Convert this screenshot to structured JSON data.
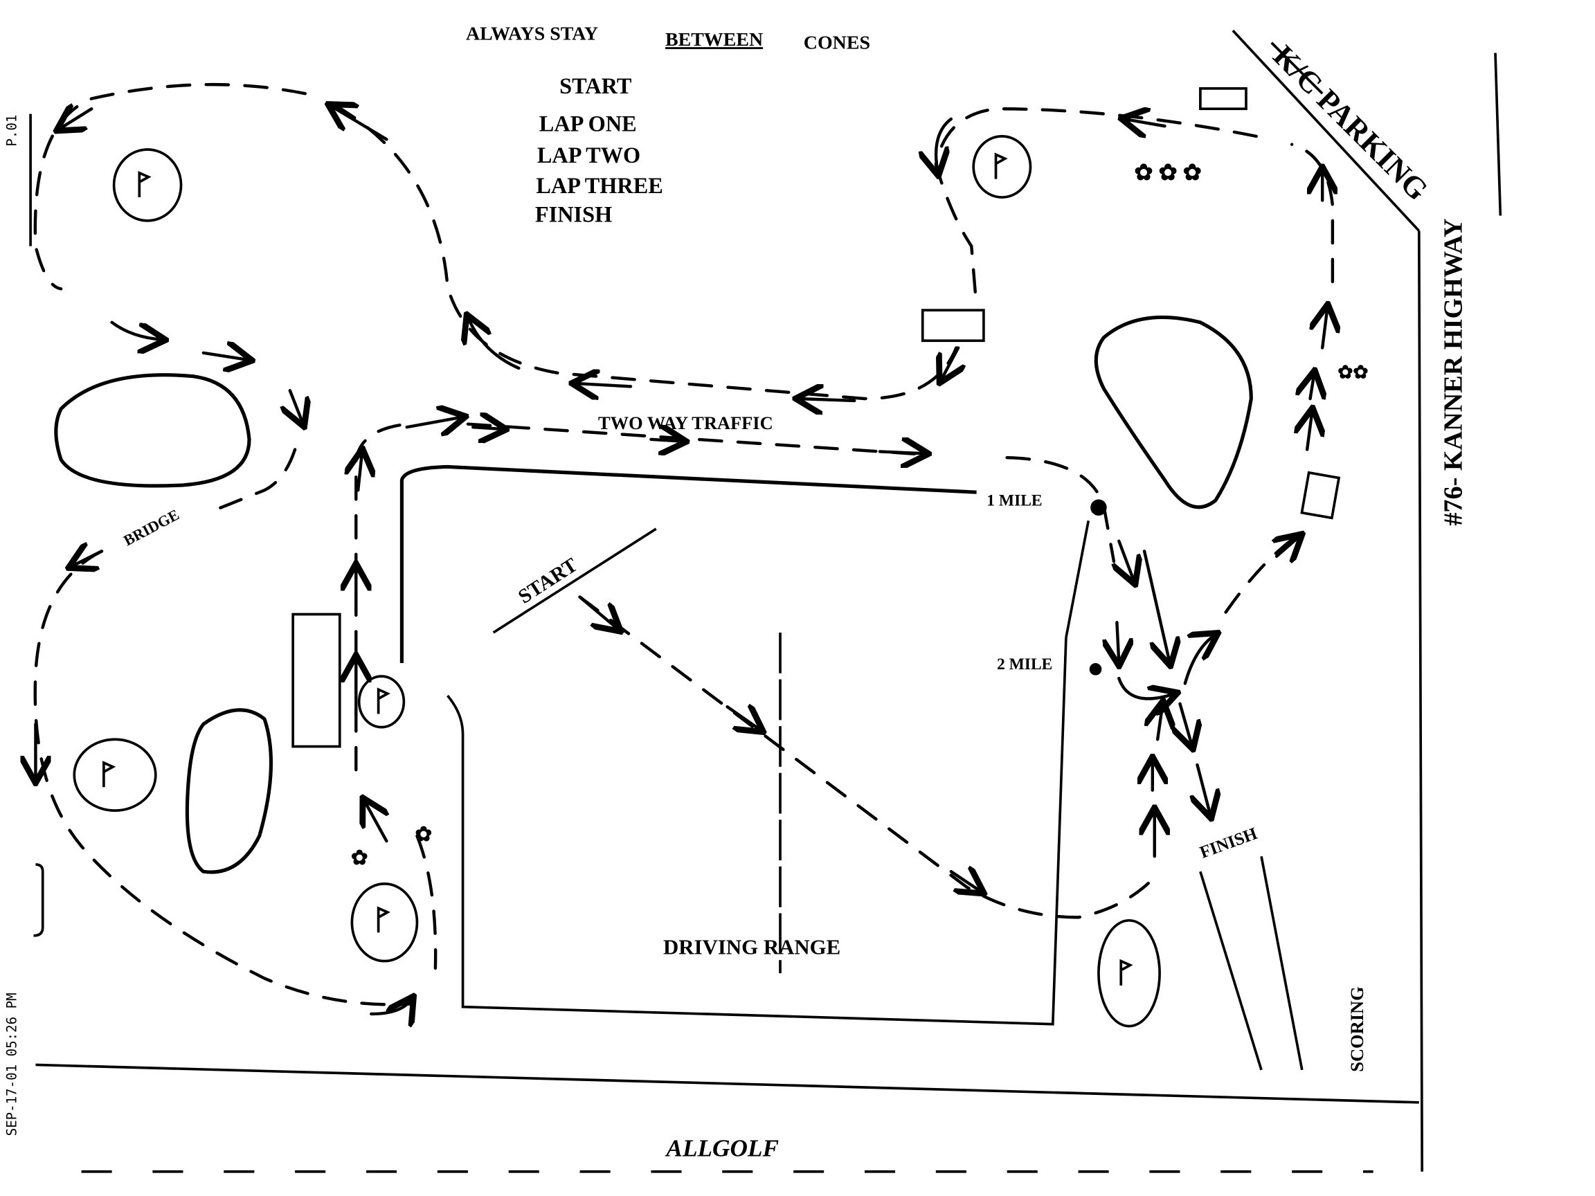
{
  "title": {
    "prefix": "ALWAYS STAY",
    "emphasis": "BETWEEN",
    "suffix": "CONES"
  },
  "laps": {
    "start": "START",
    "lap_one": "LAP ONE",
    "lap_two": "LAP TWO",
    "lap_three": "LAP THREE",
    "finish": "FINISH"
  },
  "labels": {
    "parking": "K/C PARKING",
    "highway": "#76- KANNER HIGHWAY",
    "two_way": "TWO WAY TRAFFIC",
    "mile1": "1 MILE",
    "mile2": "2 MILE",
    "bridge": "BRIDGE",
    "start": "START",
    "driving_range": "DRIVING RANGE",
    "finish": "FINISH",
    "scoring": "SCORING",
    "allgolf": "ALLGOLF"
  },
  "fax": {
    "page": "P.01",
    "timestamp": "SEP-17-01 05:26 PM"
  },
  "icons": {
    "flag": "golf-flag-icon",
    "arrow": "direction-arrow-icon",
    "tree": "tree-icon"
  }
}
